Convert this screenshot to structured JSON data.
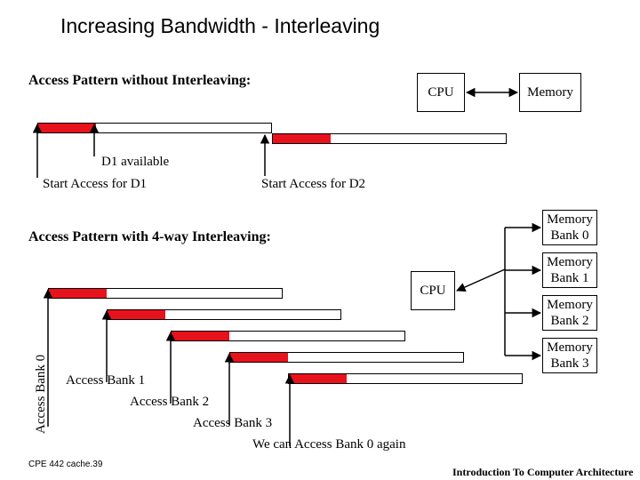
{
  "title": "Increasing Bandwidth - Interleaving",
  "section1": {
    "heading": "Access Pattern without Interleaving:",
    "cpu_label": "CPU",
    "memory_label": "Memory",
    "d1_available": "D1 available",
    "start_d1": "Start Access for D1",
    "start_d2": "Start Access for D2"
  },
  "section2": {
    "heading": "Access Pattern with 4-way Interleaving:",
    "cpu_label": "CPU",
    "banks": [
      {
        "line1": "Memory",
        "line2": "Bank 0"
      },
      {
        "line1": "Memory",
        "line2": "Bank 1"
      },
      {
        "line1": "Memory",
        "line2": "Bank 2"
      },
      {
        "line1": "Memory",
        "line2": "Bank 3"
      }
    ],
    "access_bank_0": "Access Bank 0",
    "access_bank_1": "Access Bank 1",
    "access_bank_2": "Access Bank 2",
    "access_bank_3": "Access Bank 3",
    "again": "We can Access Bank 0 again"
  },
  "footer": {
    "left": "CPE 442  cache.39",
    "right": "Introduction To Computer Architecture"
  },
  "colors": {
    "busy_fill": "#e8121c",
    "line": "#000000"
  }
}
